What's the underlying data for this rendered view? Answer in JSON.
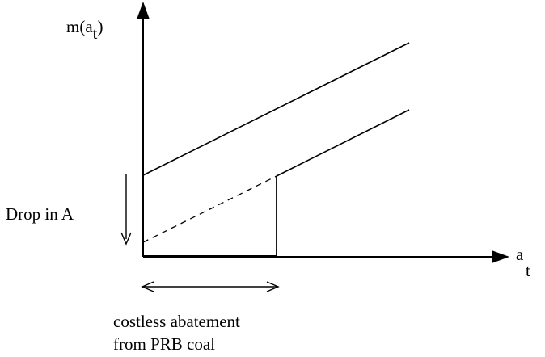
{
  "labels": {
    "y_axis_main": "m(a",
    "y_axis_sub": "t",
    "y_axis_close": ")",
    "x_axis_main": "a",
    "x_axis_sub": "t",
    "drop_label": "Drop in A",
    "caption_line1": "costless abatement",
    "caption_line2": "from PRB coal"
  },
  "colors": {
    "ink": "#000000",
    "background": "#ffffff"
  }
}
